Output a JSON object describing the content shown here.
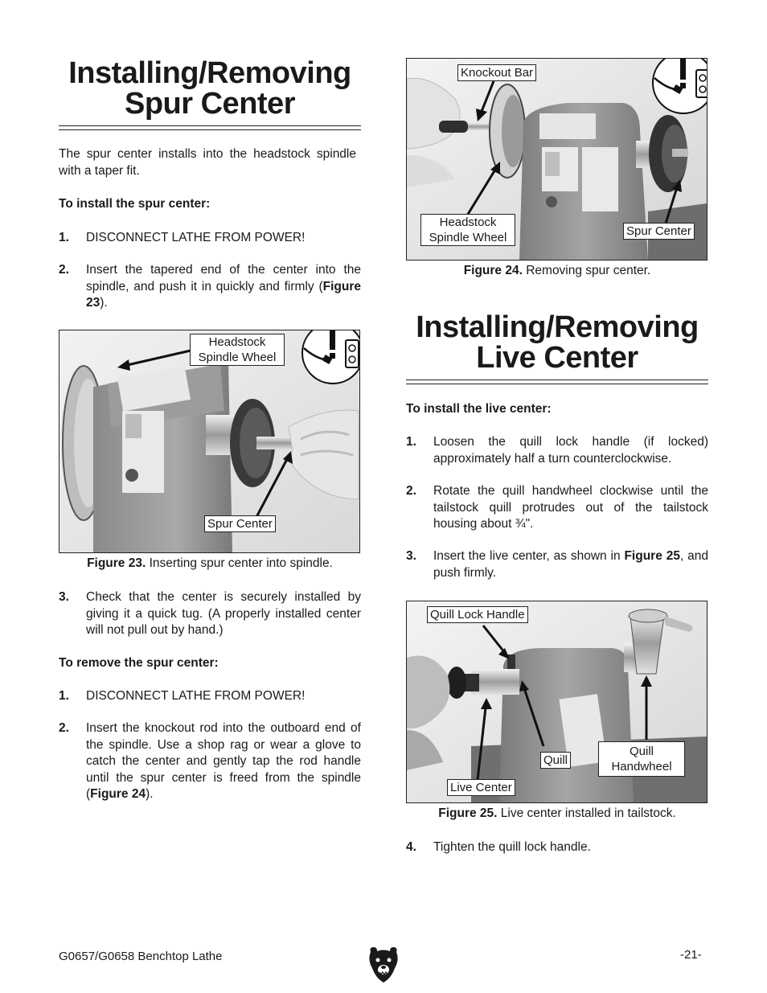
{
  "left": {
    "title_line1": "Installing/Removing",
    "title_line2": "Spur Center",
    "intro": "The spur center installs into the headstock spindle with a taper fit.",
    "install_heading": "To install the spur center:",
    "install_steps": [
      {
        "num": "1.",
        "text": "DISCONNECT LATHE FROM POWER!"
      },
      {
        "num": "2.",
        "text_before": "Insert the tapered end of the center into the spindle, and push it in quickly and firmly (",
        "ref": "Figure 23",
        "text_after": ")."
      }
    ],
    "figure23": {
      "callout_wheel_1": "Headstock",
      "callout_wheel_2": "Spindle Wheel",
      "callout_spur": "Spur Center",
      "caption_label": "Figure 23.",
      "caption_text": " Inserting spur center into spindle."
    },
    "step3": {
      "num": "3.",
      "text": "Check that the center is securely installed by giving it a quick tug. (A properly installed center will not pull out by hand.)"
    },
    "remove_heading": "To remove the spur center:",
    "remove_steps": [
      {
        "num": "1.",
        "text": "DISCONNECT LATHE FROM POWER!"
      },
      {
        "num": "2.",
        "text_before": "Insert the knockout rod into the outboard end of the spindle. Use a shop rag or wear a glove to catch the center and gently tap the rod handle until the spur center is freed from the spindle (",
        "ref": "Figure 24",
        "text_after": ")."
      }
    ]
  },
  "right": {
    "figure24": {
      "callout_knockout": "Knockout Bar",
      "callout_wheel_1": "Headstock",
      "callout_wheel_2": "Spindle Wheel",
      "callout_spur": "Spur Center",
      "caption_label": "Figure 24.",
      "caption_text": " Removing spur center."
    },
    "title_line1": "Installing/Removing",
    "title_line2": "Live Center",
    "install_heading": "To install the live center:",
    "steps": [
      {
        "num": "1.",
        "text": "Loosen the quill lock handle (if locked) approximately half a turn counterclockwise."
      },
      {
        "num": "2.",
        "text": "Rotate the quill handwheel clockwise until the tailstock quill protrudes out of the tailstock housing about ¾\"."
      },
      {
        "num": "3.",
        "text_before": "Insert the live center, as shown in ",
        "ref": "Figure 25",
        "text_after": ", and push firmly."
      }
    ],
    "figure25": {
      "callout_lock": "Quill Lock Handle",
      "callout_quill": "Quill",
      "callout_handwheel_1": "Quill",
      "callout_handwheel_2": "Handwheel",
      "callout_live": "Live Center",
      "caption_label": "Figure 25.",
      "caption_text": " Live center installed in tailstock."
    },
    "step4": {
      "num": "4.",
      "text": "Tighten the quill lock handle."
    }
  },
  "footer": {
    "model": "G0657/G0658 Benchtop Lathe",
    "page": "-21-"
  },
  "icons": {
    "warning": "disconnect-power-warning-icon",
    "logo": "grizzly-bear-logo-icon"
  }
}
